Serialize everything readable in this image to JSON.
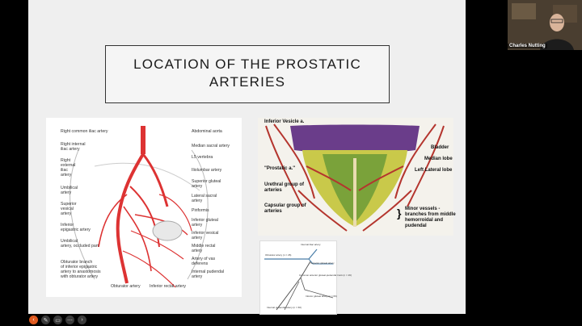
{
  "slide": {
    "title_line1": "LOCATION OF THE PROSTATIC",
    "title_line2": "ARTERIES"
  },
  "figure1": {
    "labels_left": [
      "Right common iliac artery",
      "Right internal",
      "iliac artery",
      "Right",
      "external",
      "iliac",
      "artery",
      "Umbilical",
      "artery",
      "Superior",
      "vesical",
      "artery",
      "Inferior",
      "epigastric artery",
      "Umbilical",
      "artery, occluded part",
      "Obturator branch",
      "of inferior epigastric",
      "artery to anastomosis",
      "with obturator artery"
    ],
    "labels_right": [
      "Abdominal aorta",
      "Median sacral artery",
      "L5 vertebra",
      "Iliolumbar artery",
      "Superior gluteal",
      "artery",
      "Lateral sacral",
      "artery",
      "Piriformis",
      "Inferior gluteal",
      "artery",
      "Inferior vesical",
      "artery",
      "Middle rectal",
      "artery",
      "Artery of vas",
      "deferens",
      "Internal pudendal",
      "artery"
    ],
    "labels_bottom": [
      "Obturator artery",
      "Inferior rectal artery"
    ]
  },
  "figure2": {
    "labels": {
      "inferior_vesicle": "Inferior Vesicle a.",
      "bladder": "Bladder",
      "median_lobe": "Median lobe",
      "left_lateral_lobe": "Left Lateral lobe",
      "prostatic": "\"Prostatic a.\"",
      "urethral_1": "Urethral group of",
      "urethral_2": "arteries",
      "capsular_1": "Capsular group of",
      "capsular_2": "arteries",
      "minor_1": "Minor vessels -",
      "minor_2": "branches from middle",
      "minor_3": "hemorroidal and",
      "minor_4": "pudendal"
    }
  },
  "figure3": {
    "labels": [
      "Internal iliac artery",
      "Obturator artery (n = 26)",
      "Superior gluteal artery",
      "Common anterior gluteal-pudendal trunk (n = 26)",
      "Inferior gluteal artery (n = 66)",
      "Internal pudendal artery (n = 60)"
    ]
  },
  "participant": {
    "name": "Charles Nutting"
  },
  "toolbar": {
    "buttons": [
      "back-icon",
      "pen-icon",
      "captions-icon",
      "more-icon",
      "forward-icon"
    ]
  }
}
